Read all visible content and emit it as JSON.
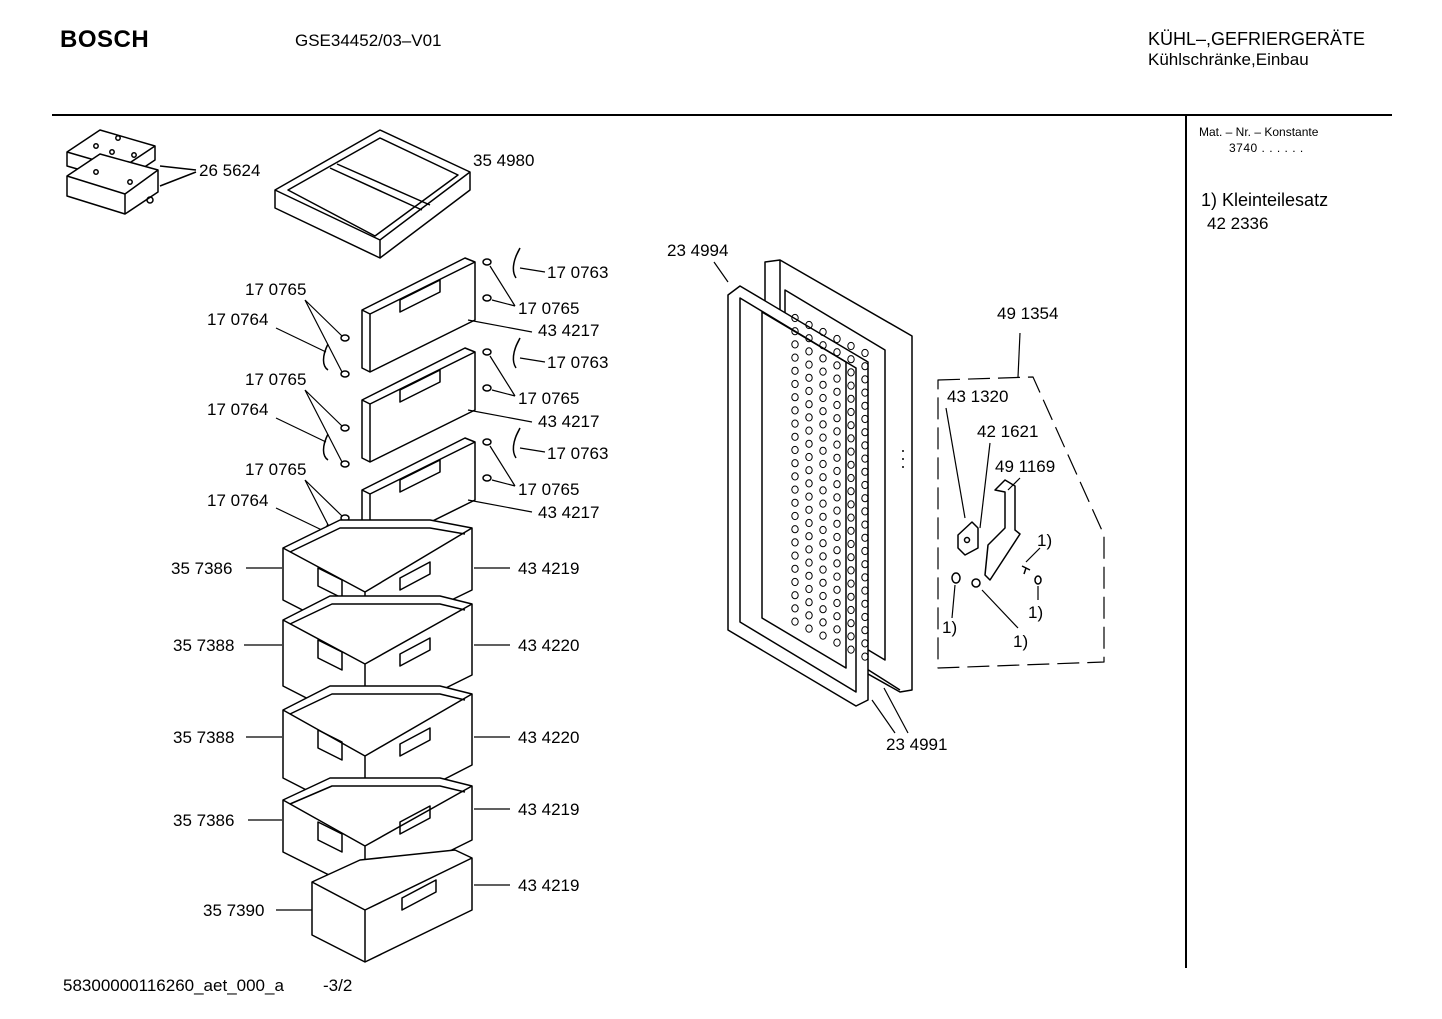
{
  "header": {
    "brand": "BOSCH",
    "model": "GSE34452/03–V01",
    "category_line1": "KÜHL–,GEFRIERGERÄTE",
    "category_line2": "Kühlschränke,Einbau"
  },
  "sidebar": {
    "mat_label": "Mat. – Nr. – Konstante",
    "mat_value": "3740  .  .  .  .  .  .",
    "note_line1": "1) Kleinteilesatz",
    "note_line2": "42 2336"
  },
  "footer": {
    "doc_id": "58300000116260_aet_000_a",
    "page": "-3/2"
  },
  "labels": {
    "l265624": "26 5624",
    "l354980": "35 4980",
    "l170763a": "17 0763",
    "l170765a": "17 0765",
    "l170765b": "17 0765",
    "l170764a": "17 0764",
    "l434217a": "43 4217",
    "l170763b": "17 0763",
    "l170765c": "17 0765",
    "l170765d": "17 0765",
    "l170764b": "17 0764",
    "l434217b": "43 4217",
    "l170763c": "17 0763",
    "l170765e": "17 0765",
    "l170765f": "17 0765",
    "l170764c": "17 0764",
    "l434217c": "43 4217",
    "l357386a": "35 7386",
    "l434219a": "43 4219",
    "l357388a": "35 7388",
    "l434220a": "43 4220",
    "l357388b": "35 7388",
    "l434220b": "43 4220",
    "l357386b": "35 7386",
    "l434219b": "43 4219",
    "l357390": "35 7390",
    "l434219c": "43 4219",
    "l234994": "23 4994",
    "l234991": "23 4991",
    "l491354": "49 1354",
    "l431320": "43 1320",
    "l421621": "42 1621",
    "l491169": "49 1169",
    "kit1": "1)",
    "kit2": "1)",
    "kit3": "1)",
    "kit4": "1)"
  }
}
